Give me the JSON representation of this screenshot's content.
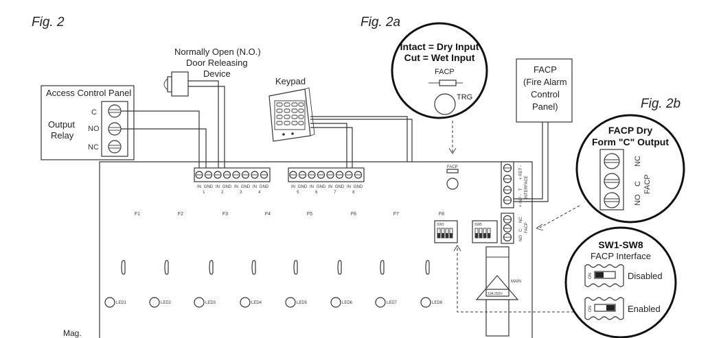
{
  "figures": {
    "fig2": "Fig. 2",
    "fig2a": "Fig. 2a",
    "fig2b": "Fig. 2b"
  },
  "access_control_panel": {
    "title": "Access Control Panel",
    "output_line1": "Output",
    "output_line2": "Relay",
    "term_c": "C",
    "term_no": "NO",
    "term_nc": "NC"
  },
  "door_device": {
    "line1": "Normally Open (N.O.)",
    "line2": "Door Releasing",
    "line3": "Device"
  },
  "keypad": {
    "label": "Keypad"
  },
  "facp_box": {
    "line1": "FACP",
    "line2": "(Fire Alarm",
    "line3": "Control",
    "line4": "Panel)"
  },
  "fig2a_callout": {
    "line1": "Intact = Dry Input",
    "line2": "Cut = Wet Input",
    "facp": "FACP",
    "trg": "TRG"
  },
  "fig2b_callout": {
    "line1": "FACP Dry",
    "line2": "Form \"C\" Output",
    "nc": "NC",
    "c": "C",
    "no": "NO",
    "facp": "FACP"
  },
  "sw_callout": {
    "title": "SW1-SW8",
    "subtitle": "FACP Interface",
    "on": "ON",
    "disabled": "Disabled",
    "enabled": "Enabled"
  },
  "board": {
    "inputs_group1": {
      "term_labels": [
        "IN",
        "GND",
        "IN",
        "GND",
        "IN",
        "GND",
        "IN",
        "GND"
      ],
      "numbers": [
        "1",
        "2",
        "3",
        "4"
      ]
    },
    "inputs_group2": {
      "term_labels": [
        "IN",
        "GND",
        "IN",
        "GND",
        "IN",
        "GND",
        "IN",
        "GND"
      ],
      "numbers": [
        "5",
        "6",
        "7",
        "8"
      ]
    },
    "fuses": [
      "F1",
      "F2",
      "F3",
      "F4",
      "F5",
      "F6",
      "F7",
      "F8"
    ],
    "leds": [
      "LED1",
      "LED2",
      "LED3",
      "LED4",
      "LED5",
      "LED6",
      "LED7",
      "LED8"
    ],
    "facp_jumper": "FACP",
    "interface_terms": [
      "+ INP -",
      "T",
      "+ RET -"
    ],
    "interface_label": "INTERFACE",
    "facp_terms": [
      "NO",
      "C",
      "NC"
    ],
    "facp_term_label": "FACP",
    "dip_label_1": "SW1",
    "dip_label_2": "SW5",
    "main": "MAIN",
    "fuse_rating": "10A 250V",
    "mag": "Mag."
  }
}
